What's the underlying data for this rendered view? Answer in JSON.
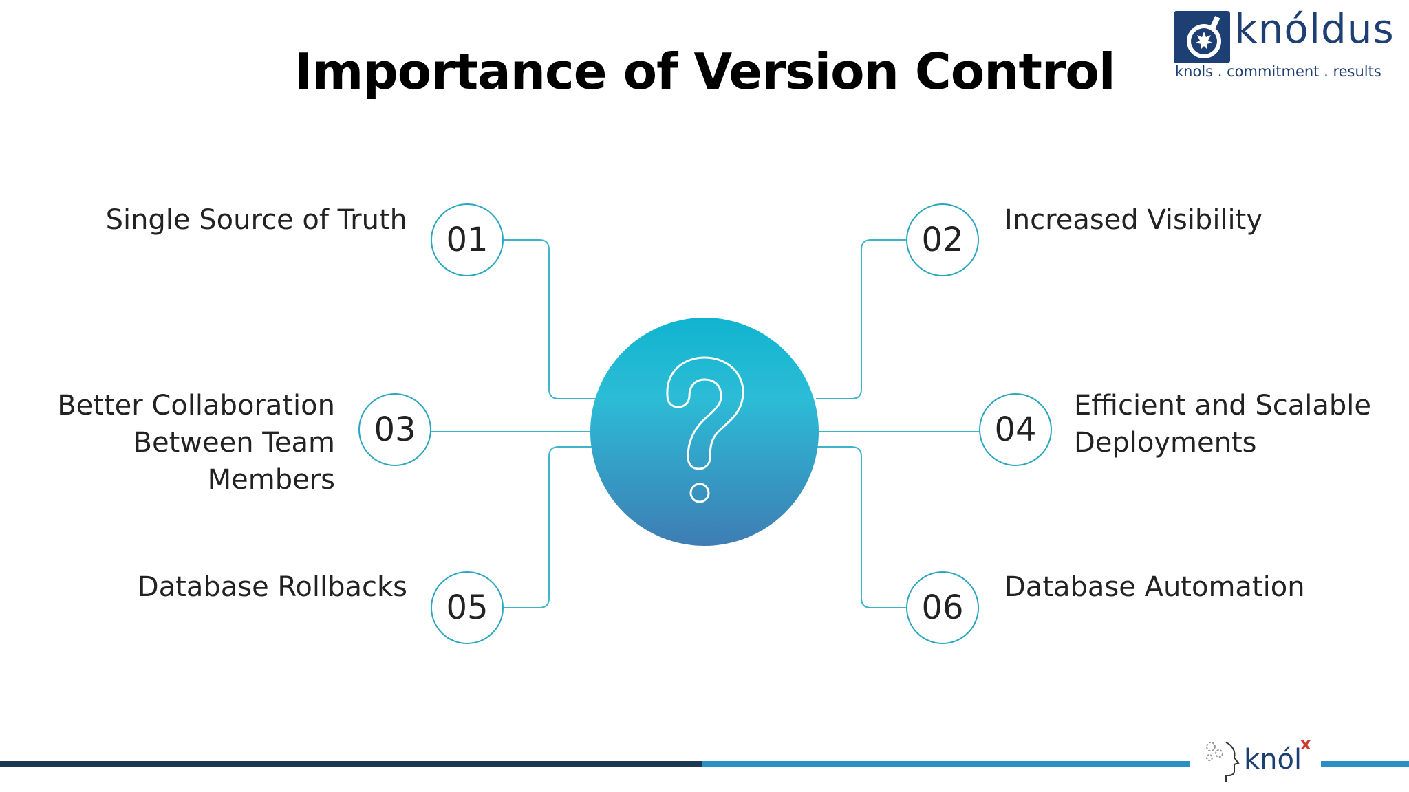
{
  "title": "Importance of Version Control",
  "brand": {
    "name": "knóldus",
    "tagline": "knols . commitment . results"
  },
  "center": {
    "icon": "question-mark-icon",
    "gradient_top": "#10b4cf",
    "gradient_bottom": "#3e7db3"
  },
  "items": [
    {
      "number": "01",
      "lines": [
        "Single Source of Truth"
      ]
    },
    {
      "number": "02",
      "lines": [
        "Increased Visibility"
      ]
    },
    {
      "number": "03",
      "lines": [
        "Better Collaboration",
        "Between Team",
        "Members"
      ]
    },
    {
      "number": "04",
      "lines": [
        "Efficient and Scalable",
        "Deployments"
      ]
    },
    {
      "number": "05",
      "lines": [
        "Database Rollbacks"
      ]
    },
    {
      "number": "06",
      "lines": [
        "Database Automation"
      ]
    }
  ],
  "footer": {
    "logo_text": "knól",
    "logo_sup": "x"
  },
  "colors": {
    "connector": "#3fb3c9",
    "node_border": "#2aa7bf",
    "footer_dark": "#1b3a52",
    "footer_light": "#2a8fc4"
  }
}
